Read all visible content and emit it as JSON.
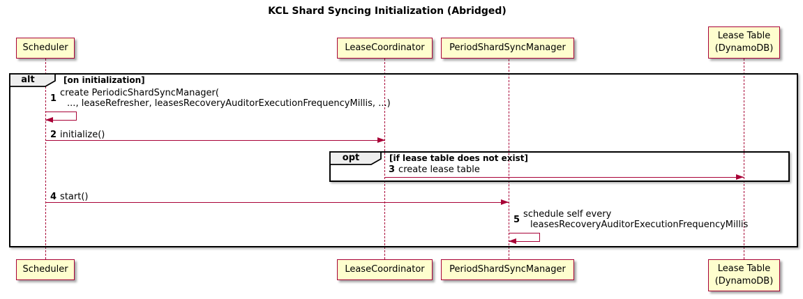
{
  "diagram": {
    "title": "KCL Shard Syncing Initialization (Abridged)",
    "type": "sequence-diagram"
  },
  "participants": [
    {
      "id": "scheduler",
      "label": "Scheduler"
    },
    {
      "id": "lease-coordinator",
      "label": "LeaseCoordinator"
    },
    {
      "id": "period-shard-sync-manager",
      "label": "PeriodShardSyncManager"
    },
    {
      "id": "lease-table",
      "label": "Lease Table\n(DynamoDB)"
    }
  ],
  "frames": {
    "alt": {
      "operator": "alt",
      "condition": "[on initialization]"
    },
    "opt": {
      "operator": "opt",
      "condition": "[if lease table does not exist]"
    }
  },
  "messages": [
    {
      "num": "1",
      "line1": "create PeriodicShardSyncManager(",
      "line2": "..., leaseRefresher, leasesRecoveryAuditorExecutionFrequencyMillis, ...)",
      "kind": "self",
      "on": "Scheduler"
    },
    {
      "num": "2",
      "text": "initialize()",
      "from": "Scheduler",
      "to": "LeaseCoordinator"
    },
    {
      "num": "3",
      "text": "create lease table",
      "from": "LeaseCoordinator",
      "to": "Lease Table (DynamoDB)"
    },
    {
      "num": "4",
      "text": "start()",
      "from": "Scheduler",
      "to": "PeriodShardSyncManager"
    },
    {
      "num": "5",
      "line1": "schedule self every",
      "line2": "leasesRecoveryAuditorExecutionFrequencyMillis",
      "kind": "self",
      "on": "PeriodShardSyncManager"
    }
  ],
  "colors": {
    "participant_fill": "#FEFECE",
    "participant_border": "#A80036",
    "arrow": "#A80036",
    "lifeline": "#A80036",
    "frame_border": "#000000",
    "frame_tag_fill": "#EEEEEE",
    "background": "#FFFFFF"
  }
}
